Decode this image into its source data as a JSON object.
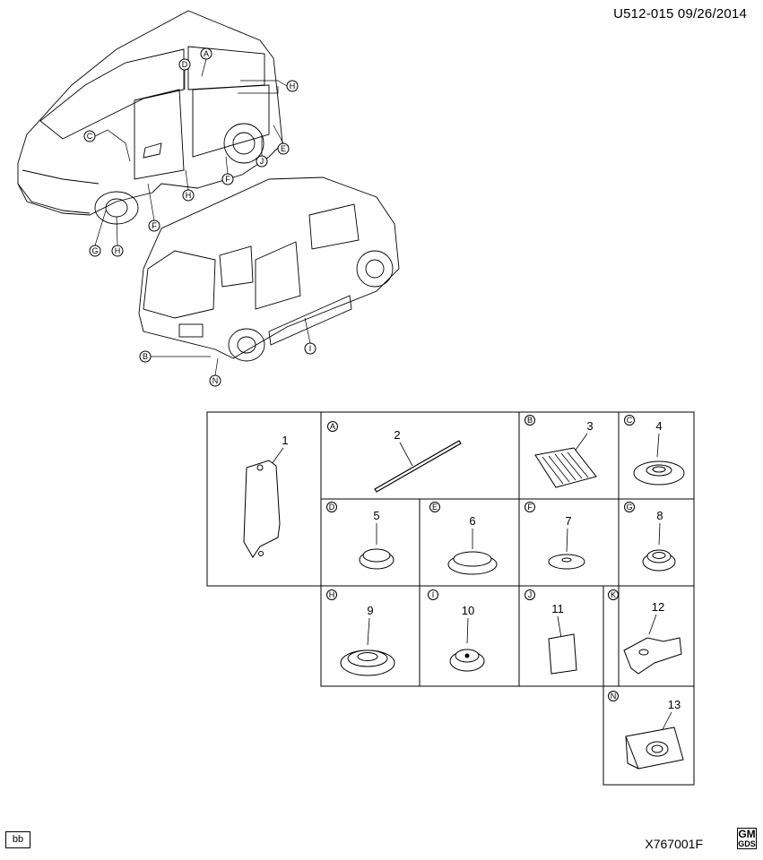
{
  "header": {
    "ref": "U512-015  09/26/2014"
  },
  "footer": {
    "bb_label": "bb",
    "figure_id": "X767001F",
    "logo_text_top": "GM",
    "logo_text_bottom": "GDS"
  },
  "van_callouts": [
    "A",
    "B",
    "C",
    "D",
    "E",
    "F",
    "G",
    "H",
    "I",
    "J",
    "N"
  ],
  "cells": [
    {
      "letter": "",
      "part": "1"
    },
    {
      "letter": "A",
      "part": "2"
    },
    {
      "letter": "B",
      "part": "3"
    },
    {
      "letter": "C",
      "part": "4"
    },
    {
      "letter": "D",
      "part": "5"
    },
    {
      "letter": "E",
      "part": "6"
    },
    {
      "letter": "F",
      "part": "7"
    },
    {
      "letter": "G",
      "part": "8"
    },
    {
      "letter": "H",
      "part": "9"
    },
    {
      "letter": "I",
      "part": "10"
    },
    {
      "letter": "J",
      "part": "11"
    },
    {
      "letter": "K",
      "part": "12"
    },
    {
      "letter": "N",
      "part": "13"
    }
  ]
}
